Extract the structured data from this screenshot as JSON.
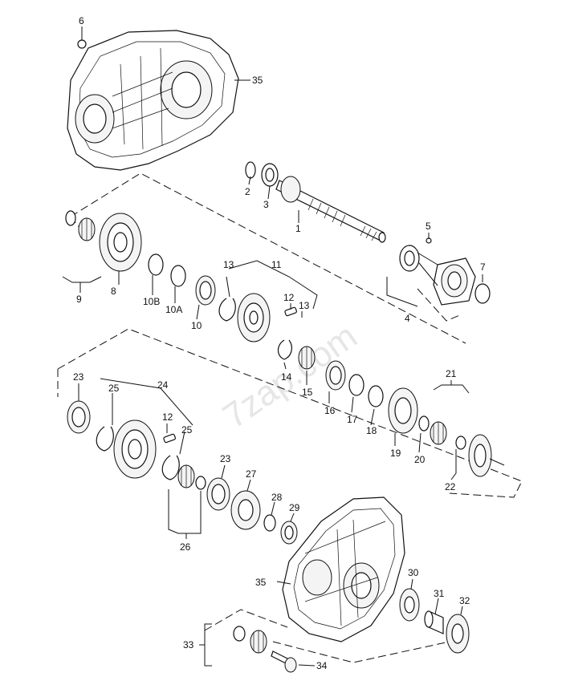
{
  "watermark": "7zap.com",
  "callouts": {
    "c1": "1",
    "c2": "2",
    "c3": "3",
    "c4": "4",
    "c5": "5",
    "c6": "6",
    "c7": "7",
    "c8": "8",
    "c9": "9",
    "c10b": "10B",
    "c10a": "10A",
    "c10": "10",
    "c11": "11",
    "c12a": "12",
    "c12b": "12",
    "c13a": "13",
    "c13b": "13",
    "c14": "14",
    "c15": "15",
    "c16": "16",
    "c17": "17",
    "c18": "18",
    "c19": "19",
    "c20": "20",
    "c21": "21",
    "c22": "22",
    "c23a": "23",
    "c23b": "23",
    "c24": "24",
    "c25a": "25",
    "c25b": "25",
    "c26": "26",
    "c27": "27",
    "c28": "28",
    "c29": "29",
    "c30": "30",
    "c31": "31",
    "c32": "32",
    "c33": "33",
    "c34": "34",
    "c35a": "35",
    "c35b": "35"
  }
}
